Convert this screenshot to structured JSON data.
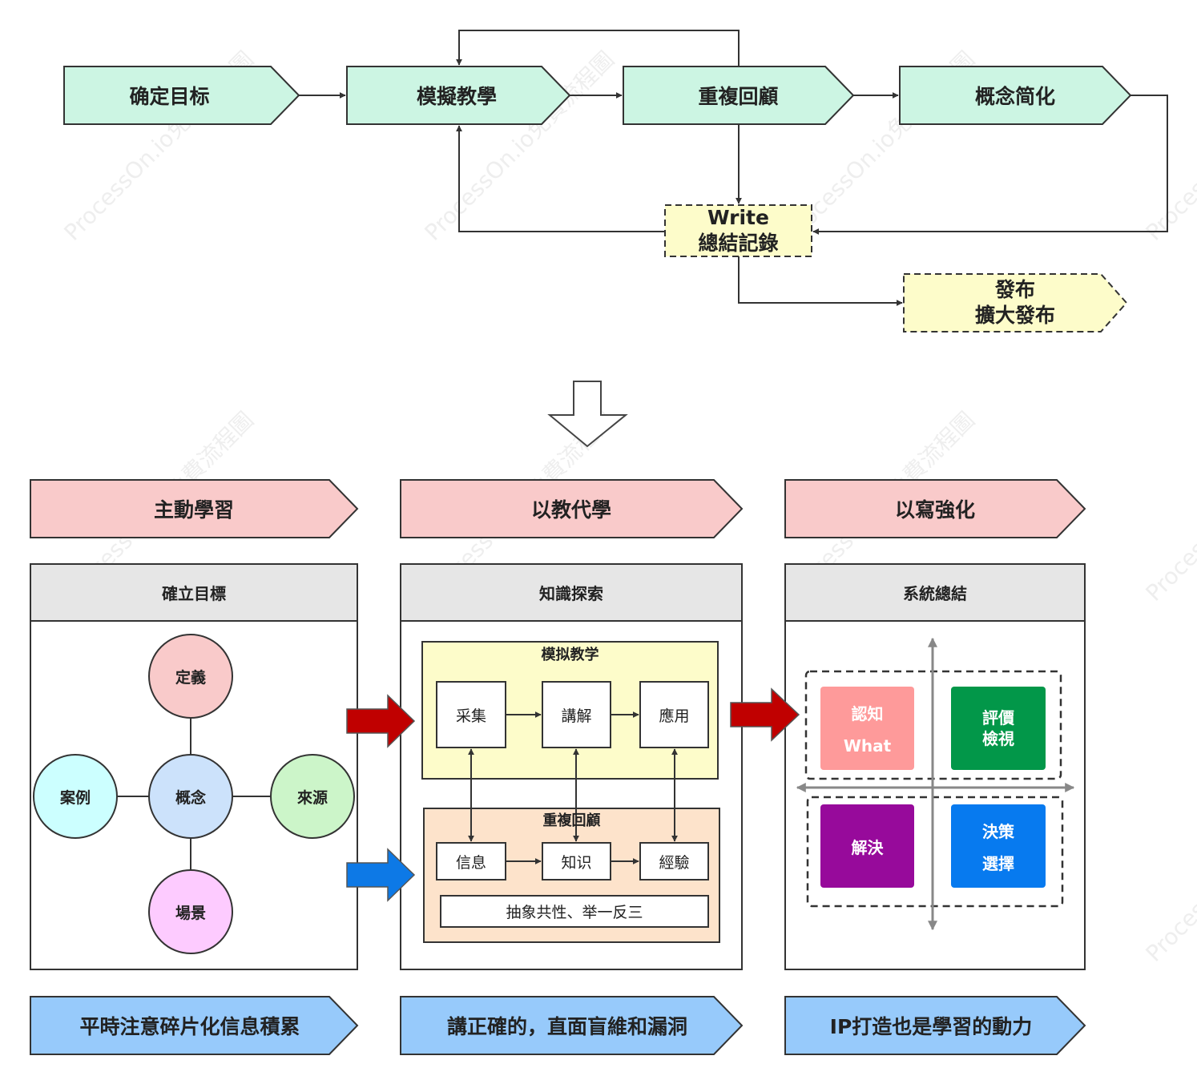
{
  "flow": {
    "goal": "确定目标",
    "teach": "模擬教學",
    "review": "重複回顧",
    "simplify": "概念简化",
    "write_line1": "Write",
    "write_line2": "總結記錄",
    "publish_line1": "發布",
    "publish_line2": "擴大發布"
  },
  "columns": [
    {
      "header": "主動學習",
      "panel_title": "確立目標",
      "footer": "平時注意碎片化信息積累",
      "concept_map": {
        "center": "概念",
        "top": "定義",
        "left": "案例",
        "right": "來源",
        "bottom": "場景"
      }
    },
    {
      "header": "以教代學",
      "panel_title": "知識探索",
      "footer": "講正確的，直面盲維和漏洞",
      "teach_group": {
        "title": "模拟教学",
        "steps": [
          "采集",
          "講解",
          "應用"
        ]
      },
      "review_group": {
        "title": "重複回顧",
        "steps": [
          "信息",
          "知识",
          "經驗"
        ],
        "summary": "抽象共性、举一反三"
      }
    },
    {
      "header": "以寫強化",
      "panel_title": "系統總結",
      "footer": "IP打造也是學習的動力",
      "quadrants": {
        "q1_line1": "認知",
        "q1_line2": "What",
        "q2_line1": "評價",
        "q2_line2": "檢視",
        "q3": "解決",
        "q4_line1": "決策",
        "q4_line2": "選擇"
      }
    }
  ],
  "watermark": "ProcessOn.io免費流程圖",
  "colors": {
    "flow_green": "#ccf5e3",
    "flow_yellow": "#fdfcca",
    "header_pink": "#f9caca",
    "footer_blue": "#97cafb",
    "panel_title_gray": "#e6e6e6",
    "node_top_pink": "#f9caca",
    "node_center_blue": "#cce2fb",
    "node_left_cyan": "#ccffff",
    "node_right_green": "#ccf5c9",
    "node_bottom_magenta": "#fdcbff",
    "teach_group_yellow": "#fdfcca",
    "review_group_peach": "#fde3cb",
    "arrow_red": "#c00000",
    "arrow_blue": "#0d79e6",
    "quad_pink": "#fe9a9a",
    "quad_green": "#029749",
    "quad_purple": "#970a9b",
    "quad_blue": "#077aef"
  }
}
